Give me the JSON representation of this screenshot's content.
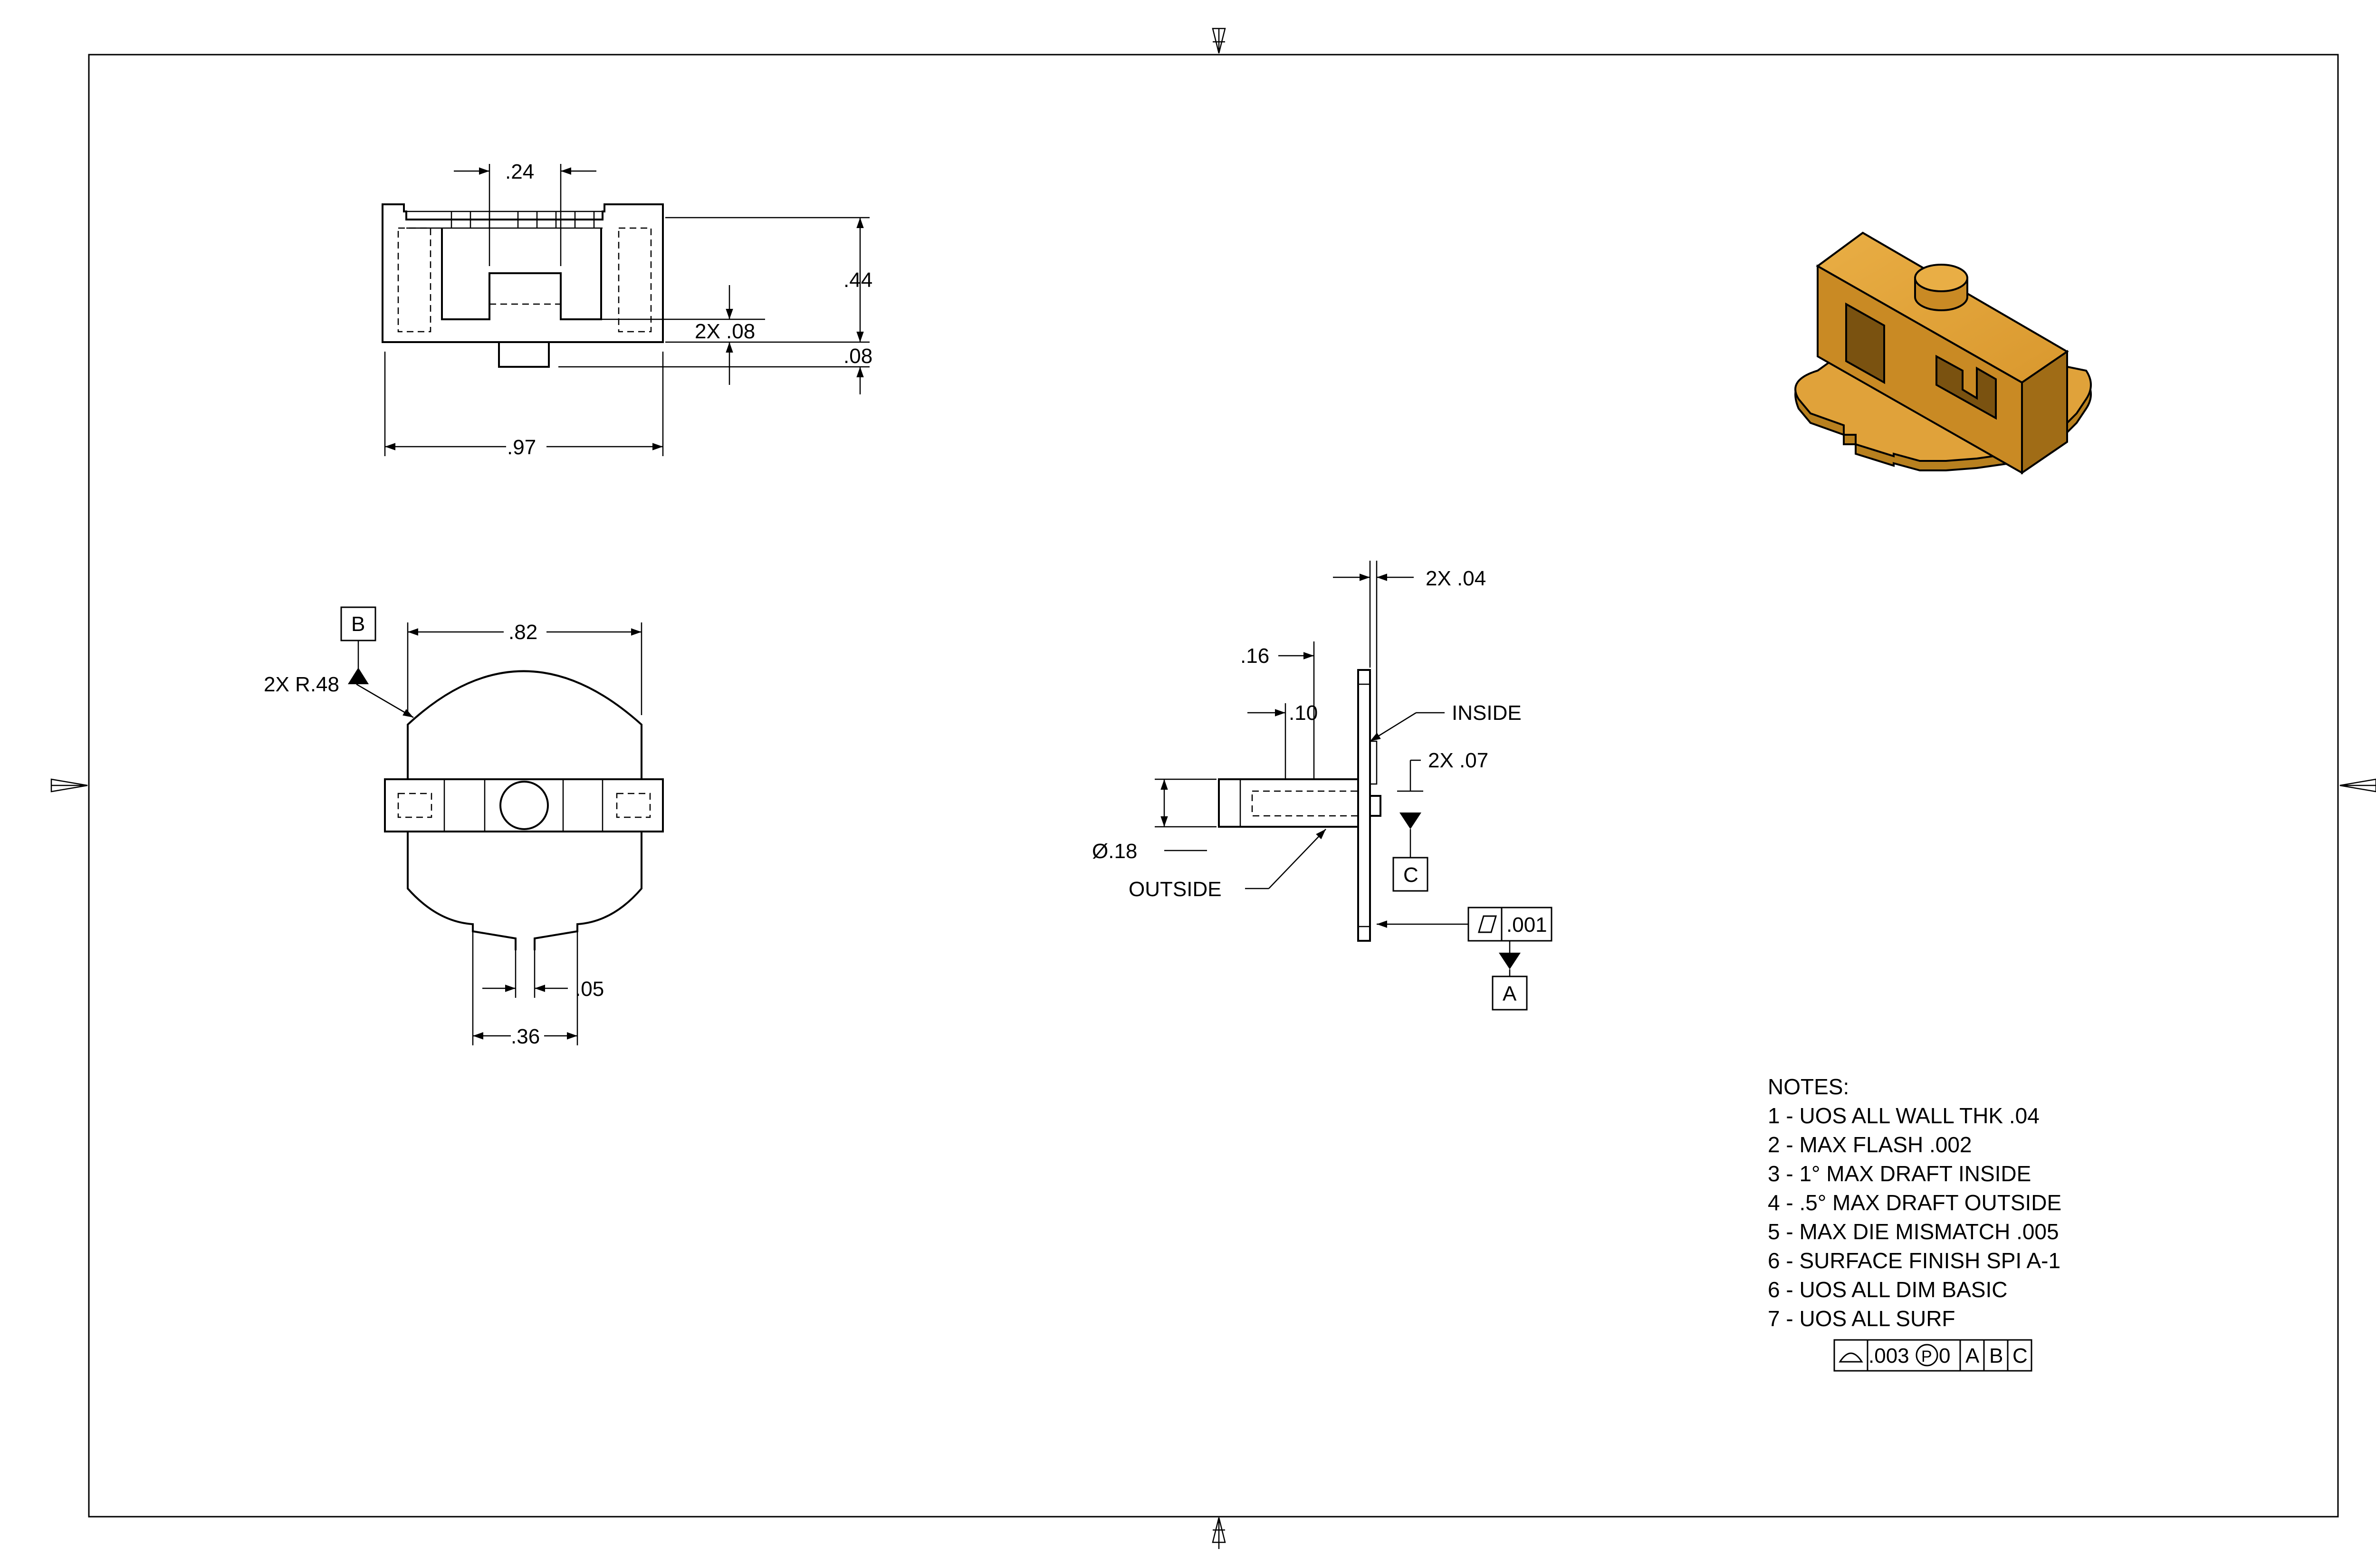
{
  "top_view": {
    "dim_slot_width": ".24",
    "dim_height": ".44",
    "dim_step": "2X .08",
    "dim_boss": ".08",
    "dim_overall_width": ".97"
  },
  "front_view": {
    "datum_b": "B",
    "dim_radius": "2X R.48",
    "dim_span": ".82",
    "dim_notch": ".05",
    "dim_notch_spacing": ".36"
  },
  "side_view": {
    "dim_wall": "2X .04",
    "dim_boss_len": ".16",
    "dim_boss_step": ".10",
    "dim_boss_dia": "Ø.18",
    "label_inside": "INSIDE",
    "label_outside": "OUTSIDE",
    "dim_datum_c_offset": "2X .07",
    "datum_c": "C",
    "flatness_value": ".001",
    "datum_a": "A"
  },
  "notes": {
    "header": "NOTES:",
    "lines": [
      "1 - UOS ALL WALL THK .04",
      "2 - MAX FLASH .002",
      "3 - 1° MAX DRAFT INSIDE",
      "4 - .5° MAX DRAFT OUTSIDE",
      "5 - MAX DIE MISMATCH .005",
      "6 - SURFACE FINISH SPI A-1",
      "6 - UOS ALL DIM BASIC",
      "7 - UOS ALL SURF"
    ],
    "fcf": {
      "tolerance": ".003",
      "modifier": "P",
      "projection": "0",
      "datum1": "A",
      "datum2": "B",
      "datum3": "C"
    }
  },
  "colors": {
    "part_fill": "#E0A23A",
    "part_shade": "#B8801F",
    "part_dark": "#8C5E12",
    "line": "#000000"
  }
}
